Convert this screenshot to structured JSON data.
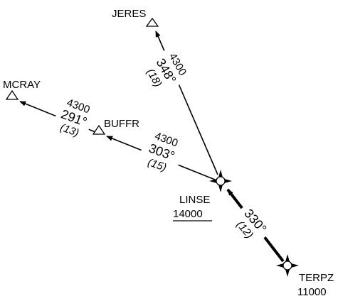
{
  "waypoints": {
    "jeres": {
      "name": "JERES"
    },
    "mcray": {
      "name": "MCRAY"
    },
    "buffr": {
      "name": "BUFFR"
    },
    "linse": {
      "name": "LINSE",
      "altitude": "14000"
    },
    "terpz": {
      "name": "TERPZ",
      "altitude": "11000"
    }
  },
  "legs": {
    "linse_jeres": {
      "altitude": "4300",
      "course": "348°",
      "distance": "(18)"
    },
    "buffr_mcray": {
      "altitude": "4300",
      "course": "291°",
      "distance": "(13)"
    },
    "linse_buffr": {
      "altitude": "4300",
      "course": "303°",
      "distance": "(15)"
    },
    "terpz_linse": {
      "course": "330°",
      "distance": "(12)"
    }
  }
}
